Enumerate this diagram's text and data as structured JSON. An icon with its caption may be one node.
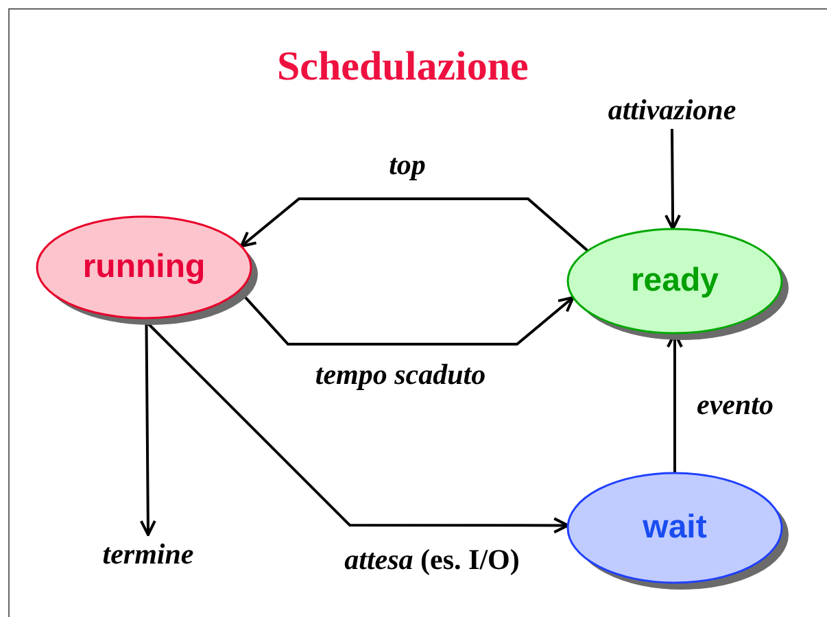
{
  "diagram": {
    "title": "Schedulazione",
    "nodes": [
      {
        "text": [
          "running"
        ]
      },
      {
        "text": [
          "ready"
        ]
      },
      {
        "text": [
          "wait"
        ]
      },
      {
        "text": [
          "attivazione"
        ]
      },
      {
        "text": [
          "termine"
        ]
      }
    ],
    "edges": [
      {
        "from": 1,
        "to": 0,
        "arrow": "to",
        "label": "top"
      },
      {
        "from": 0,
        "to": 1,
        "arrow": "to",
        "label": "tempo scaduto"
      },
      {
        "from": 0,
        "to": 2,
        "arrow": "to",
        "label": "*attesa* (es. I/O)"
      },
      {
        "from": 2,
        "to": 1,
        "arrow": "to",
        "label": "evento"
      },
      {
        "from": 3,
        "to": 1,
        "arrow": "to"
      },
      {
        "from": 0,
        "to": 4,
        "arrow": "to"
      }
    ]
  }
}
